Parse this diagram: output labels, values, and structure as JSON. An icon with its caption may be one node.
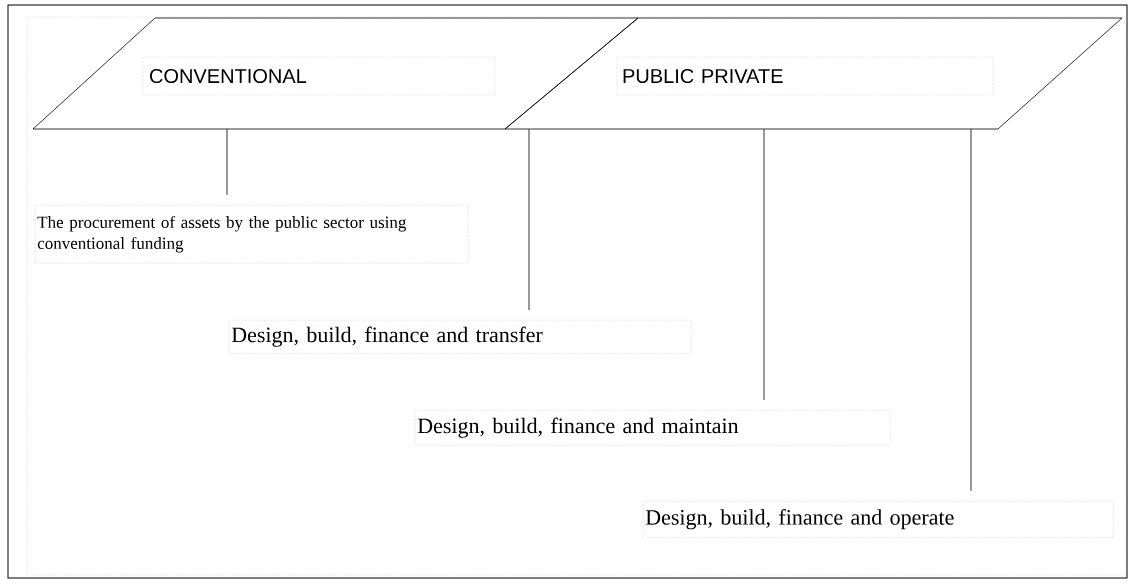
{
  "diagram": {
    "nodes": [
      {
        "text": [
          "CONVENTIONAL"
        ]
      },
      {
        "text": [
          "PUBLIC PRIVATE"
        ]
      },
      {
        "text": [
          "The procurement of assets by the public sector using conventional funding"
        ]
      },
      {
        "text": [
          "Design, build, finance and transfer"
        ]
      },
      {
        "text": [
          "Design, build, finance and maintain"
        ]
      },
      {
        "text": [
          "Design, build, finance and operate"
        ]
      }
    ],
    "edges": [
      {
        "from": 0,
        "to": 2,
        "arrow": "none"
      },
      {
        "from": 1,
        "to": 3,
        "arrow": "none"
      },
      {
        "from": 1,
        "to": 4,
        "arrow": "none"
      },
      {
        "from": 1,
        "to": 5,
        "arrow": "none"
      }
    ]
  }
}
